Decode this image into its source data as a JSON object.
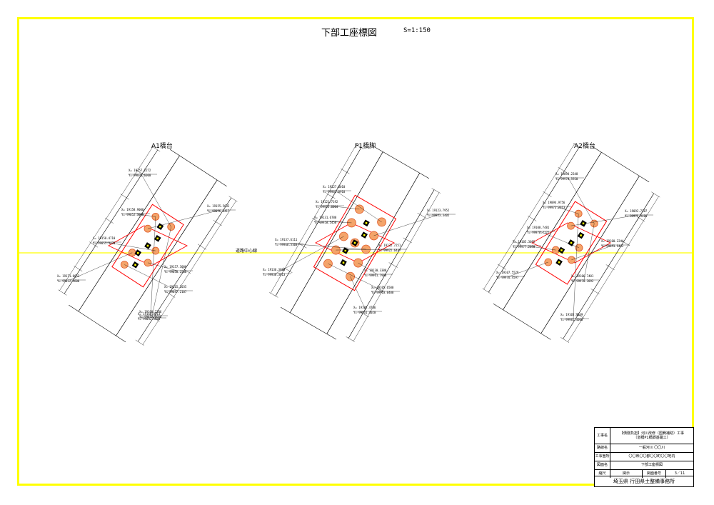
{
  "drawing": {
    "title": "下部工座標図",
    "scale": "S=1:150",
    "centerline_label": "道路中心線"
  },
  "views": [
    {
      "label": "A1橋台",
      "callouts": [
        [
          "X= 19157.2272",
          "Y=-99031.6000"
        ],
        [
          "X= 19158.9000",
          "Y=-99052.3000"
        ],
        [
          "X= 19155.5632",
          "Y=-99056.6417"
        ],
        [
          "X= 19150.4710",
          "Y=-99055.3470"
        ],
        [
          "X= 19157.3000",
          "Y=-99038.2500"
        ],
        [
          "X= 19171.0053",
          "Y=-99022.4600"
        ],
        [
          "X= 19165.2035",
          "Y=-99047.2107"
        ],
        [
          "X= 19160.2206",
          "Y=-99052.0600"
        ],
        [
          "X= 19160.8913",
          "Y=-99042.1600"
        ]
      ]
    },
    {
      "label": "P1橋脚",
      "callouts": [
        [
          "X= 19127.0010",
          "Y=-99963.0918"
        ],
        [
          "X= 19121.7192",
          "Y=-99953.6004"
        ],
        [
          "X= 19123.7952",
          "Y=-99953.3405"
        ],
        [
          "X= 19131.6788",
          "Y=-99958.5458"
        ],
        [
          "X= 19137.6111",
          "Y=-99966.5103"
        ],
        [
          "X= 19136.3800",
          "Y=-99938.3013"
        ],
        [
          "X= 19130.3380",
          "Y=-99961.7900"
        ],
        [
          "X= 19132.7251",
          "Y=-99922.6447"
        ],
        [
          "X= 19105.4706",
          "Y=-99961.4020"
        ],
        [
          "X= 19105.6500",
          "Y=-99963.0400"
        ]
      ]
    },
    {
      "label": "A2橋台",
      "callouts": [
        [
          "X= 19094.2348",
          "Y=-99970.5920"
        ],
        [
          "X= 19094.9756",
          "Y=-99973.2913"
        ],
        [
          "X= 19092.7187",
          "Y=-99975.9486"
        ],
        [
          "X= 19108.7481",
          "Y=-99978.7122"
        ],
        [
          "X= 19100.2244",
          "Y=-99953.9442"
        ],
        [
          "X= 19105.3092",
          "Y=-99977.2050"
        ],
        [
          "X= 19107.5529",
          "Y=-99976.4597"
        ],
        [
          "X= 19106.7481",
          "Y=-99970.3892"
        ],
        [
          "X= 19105.4649",
          "Y=-99981.4000"
        ]
      ]
    }
  ],
  "title_block": {
    "project_label": "工事名",
    "project_name_1": "【債務負担】河川改修（国費補助）工事",
    "project_name_2": "（道橋P1橋脚基礎工）",
    "route_label": "路線名",
    "route_value": "一般河川 〇〇川",
    "location_label": "工事箇所",
    "location_value": "〇〇県〇〇郡〇〇町〇〇地内",
    "drawing_name_label": "図面名",
    "drawing_name_value": "下部工座標図",
    "scale_label": "縮尺",
    "scale_value": "図示",
    "number_label": "図面番号",
    "number_value": "3／11",
    "office": "埼玉県 行田県土整備事務所"
  },
  "colors": {
    "frame": "#ffff00",
    "centerline": "#ffff00",
    "footing": "#ff0000",
    "pile_fill": "#f4a46a",
    "pile_stroke": "#e05a2a",
    "bearing": "#000000"
  }
}
